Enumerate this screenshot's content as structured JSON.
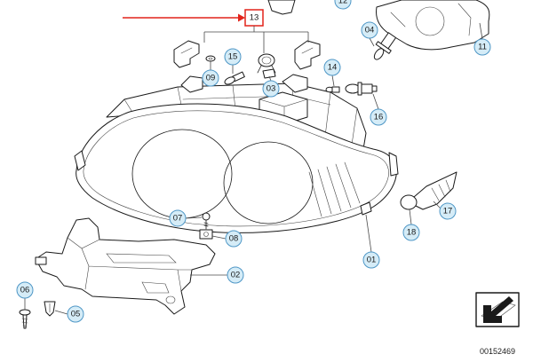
{
  "diagram": {
    "highlighted_part": "13",
    "callouts": [
      "12",
      "04",
      "11",
      "15",
      "09",
      "03",
      "14",
      "16",
      "07",
      "08",
      "02",
      "18",
      "17",
      "01",
      "06",
      "05"
    ],
    "stamp": "00152469"
  },
  "colors": {
    "callout_fill": "#d5ecf7",
    "callout_stroke": "#4f97c6",
    "highlight": "#e2231a",
    "leader": "#4a4a4a"
  },
  "icons": {
    "stamp_icon": "arrow-icon"
  }
}
